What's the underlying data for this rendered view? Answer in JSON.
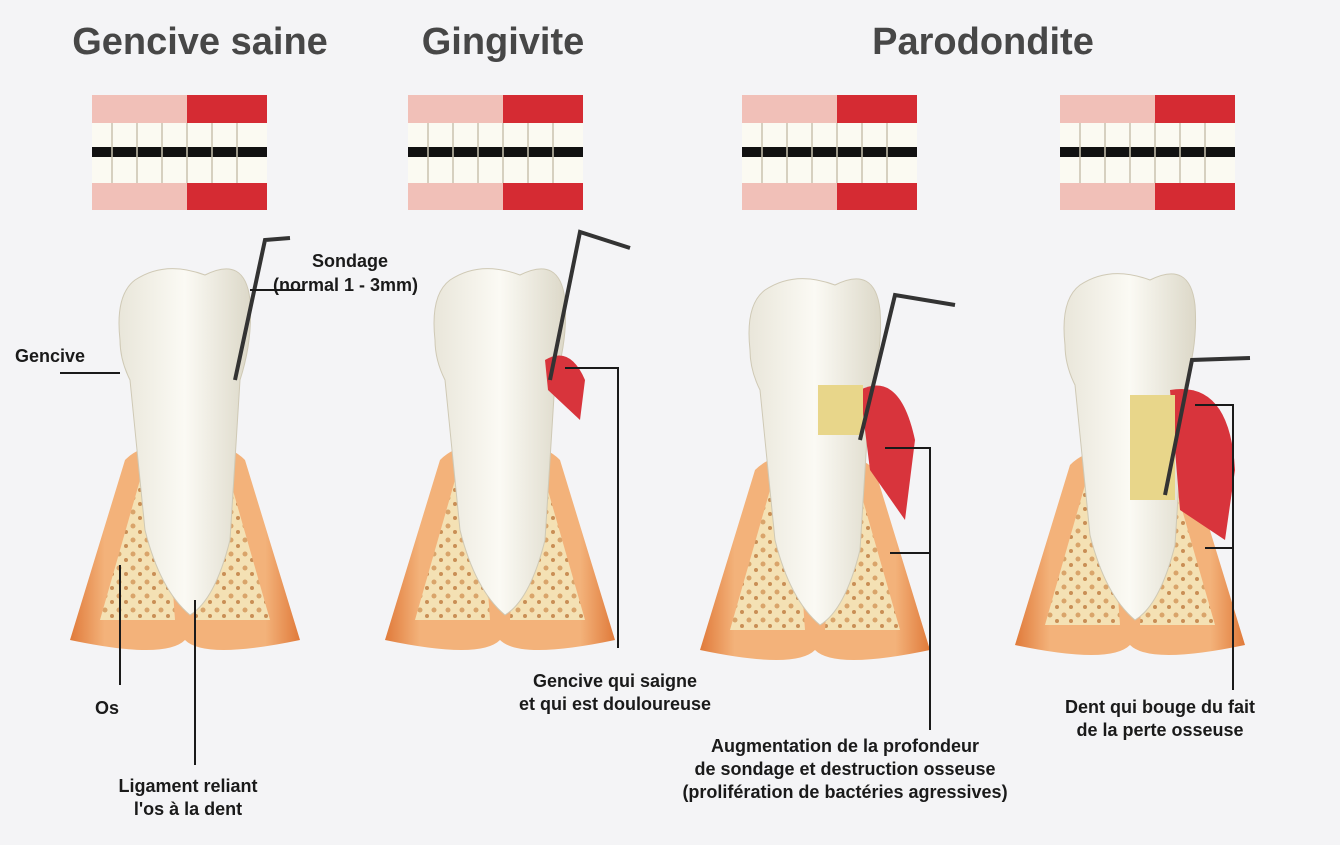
{
  "titles": {
    "healthy": "Gencive saine",
    "gingivitis": "Gingivite",
    "periodontitis": "Parodondite"
  },
  "labels": {
    "probing_1": "Sondage",
    "probing_2": "(normal 1 - 3mm)",
    "gum": "Gencive",
    "bone": "Os",
    "ligament_1": "Ligament reliant",
    "ligament_2": "l'os à la dent",
    "bleeding_1": "Gencive qui saigne",
    "bleeding_2": "et qui est douloureuse",
    "depth_1": "Augmentation de la profondeur",
    "depth_2": "de sondage et destruction osseuse",
    "depth_3": "(prolifération de bactéries agressives)",
    "mobile_1": "Dent qui bouge du fait",
    "mobile_2": "de la perte osseuse"
  },
  "colors": {
    "title": "#474747",
    "gum_red": "#d8343c",
    "bone": "#f0d9a8",
    "gum_orange": "#e8935a",
    "background": "#f4f4f6"
  }
}
